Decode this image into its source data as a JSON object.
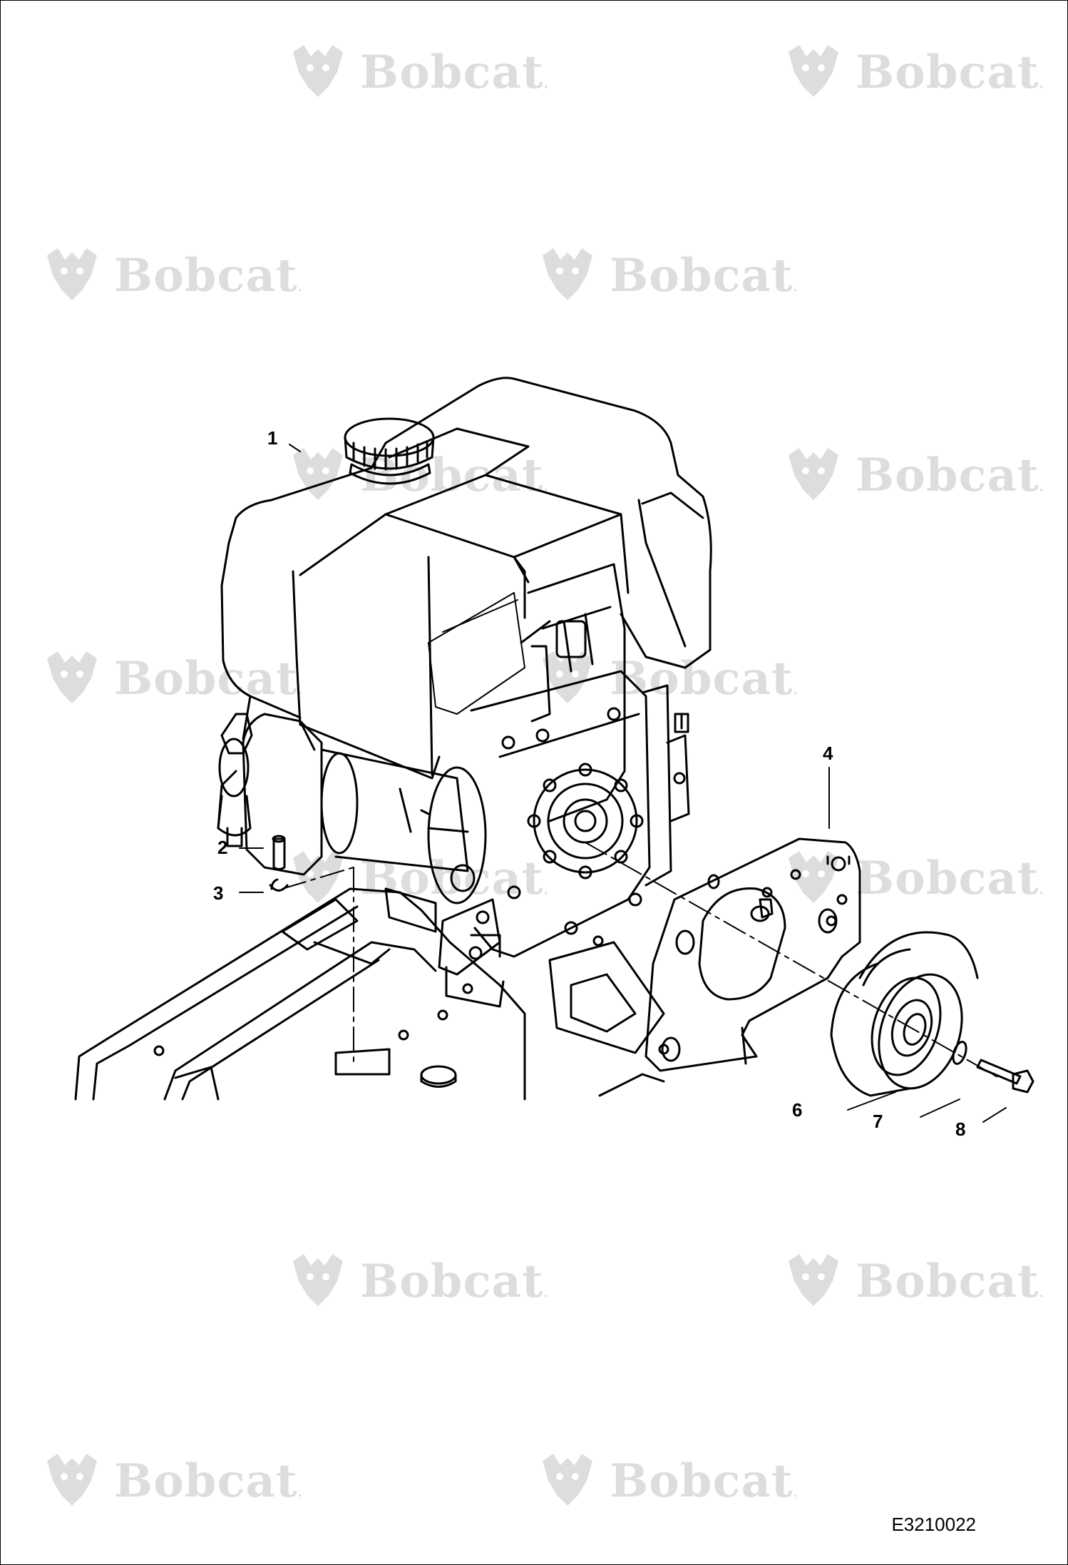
{
  "watermark": {
    "brand": "Bobcat",
    "mark": "."
  },
  "callouts": [
    "1",
    "2",
    "3",
    "4",
    "6",
    "7",
    "8"
  ],
  "drawing_number": "E3210022"
}
